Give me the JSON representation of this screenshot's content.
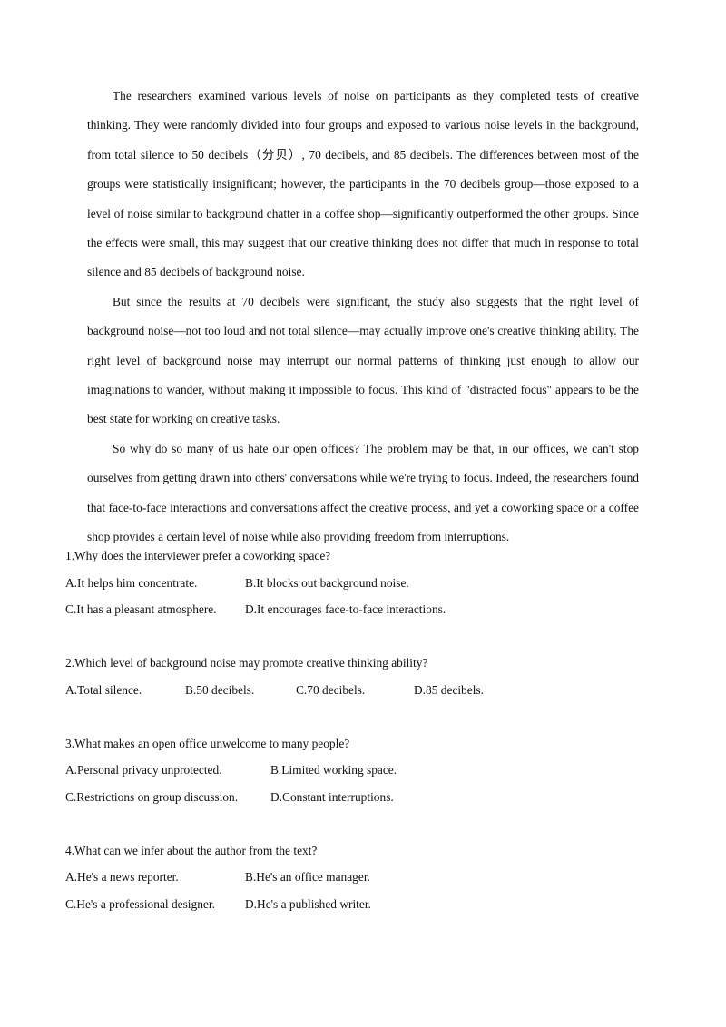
{
  "passage": {
    "paragraphs": [
      "The researchers examined various levels of noise on participants as they completed tests of creative thinking. They were randomly divided into four groups and exposed to various noise levels in the background, from total silence to 50 decibels（分贝）, 70 decibels, and 85 decibels. The differences between most of the groups were statistically insignificant; however, the participants in the 70 decibels group—those exposed to a level of noise similar to background chatter in a coffee shop—significantly outperformed the other groups. Since the effects were small, this may suggest that our creative thinking does not differ that much in response to total silence and 85 decibels of background noise.",
      "But since the results at 70 decibels were significant, the study also suggests that the right level of background noise—not too loud and not total silence—may actually improve one's creative thinking ability. The right level of background noise may interrupt our normal patterns of thinking just enough to allow our imaginations to wander, without making it impossible to focus. This kind of \"distracted focus\" appears to be the best state for working on creative tasks.",
      "So why do so many of us hate our open offices? The problem may be that, in our offices, we can't stop ourselves from getting drawn into others' conversations while we're trying to focus. Indeed, the researchers found that face-to-face interactions and conversations affect the creative process, and yet a coworking space or a coffee shop provides a certain level of noise while also providing freedom from interruptions."
    ]
  },
  "questions": [
    {
      "stem": "1.Why does the interviewer prefer a coworking space?",
      "options": {
        "A": "A.It helps him concentrate.",
        "B": "B.It blocks out background noise.",
        "C": "C.It has a pleasant atmosphere.",
        "D": "D.It encourages face-to-face interactions."
      }
    },
    {
      "stem": "2.Which level of background noise may promote creative thinking ability?",
      "options": {
        "A": "A.Total silence.",
        "B": "B.50 decibels.",
        "C": "C.70 decibels.",
        "D": "D.85 decibels."
      }
    },
    {
      "stem": "3.What makes an open office unwelcome to many people?",
      "options": {
        "A": "A.Personal privacy unprotected.",
        "B": "B.Limited working space.",
        "C": "C.Restrictions on group discussion.",
        "D": "D.Constant interruptions."
      }
    },
    {
      "stem": "4.What can we infer about the author from the text?",
      "options": {
        "A": "A.He's a news reporter.",
        "B": "B.He's an office manager.",
        "C": "C.He's a professional designer.",
        "D": "D.He's a published writer."
      }
    }
  ]
}
